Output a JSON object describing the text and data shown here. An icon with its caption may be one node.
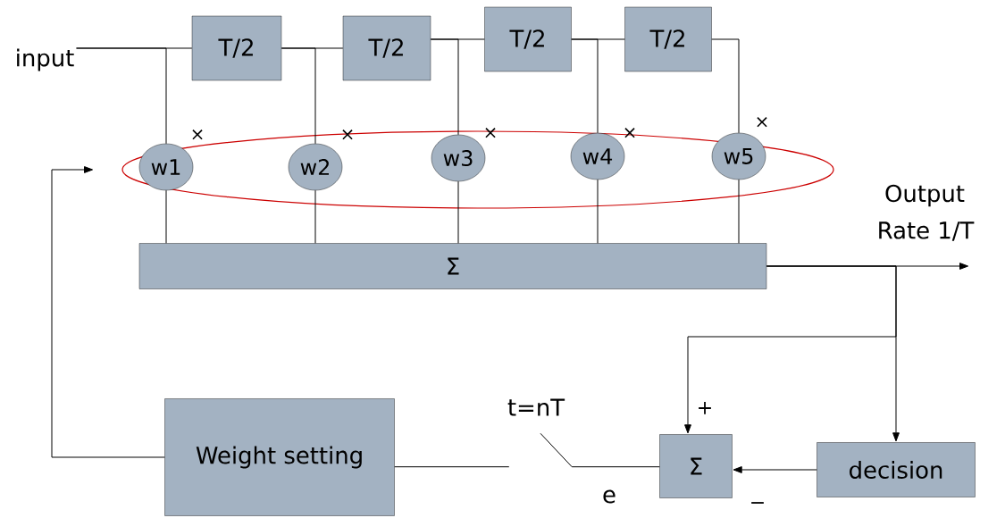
{
  "diagram": {
    "nodes": [
      {
        "text": [
          "input"
        ]
      },
      {
        "text": [
          "T/2"
        ]
      },
      {
        "text": [
          "T/2"
        ]
      },
      {
        "text": [
          "T/2"
        ]
      },
      {
        "text": [
          "T/2"
        ]
      },
      {
        "text": [
          "w1"
        ]
      },
      {
        "text": [
          "w2"
        ]
      },
      {
        "text": [
          "w3"
        ]
      },
      {
        "text": [
          "w4"
        ]
      },
      {
        "text": [
          "w5"
        ]
      },
      {
        "text": [
          "Σ"
        ]
      },
      {
        "text": [
          "Σ"
        ]
      },
      {
        "text": [
          "decision"
        ]
      },
      {
        "text": [
          "Weight setting"
        ]
      },
      {
        "text": [],
        "shape": "switch",
        "beside": [
          "t=nT"
        ]
      }
    ],
    "edges": [
      {
        "from": 0,
        "to": 1,
        "arrow": "none"
      },
      {
        "from": 0,
        "to": 5,
        "arrow": "none"
      },
      {
        "from": 1,
        "to": 2,
        "arrow": "none"
      },
      {
        "from": 1,
        "to": 6,
        "arrow": "none"
      },
      {
        "from": 2,
        "to": 3,
        "arrow": "none"
      },
      {
        "from": 2,
        "to": 7,
        "arrow": "none"
      },
      {
        "from": 3,
        "to": 4,
        "arrow": "none"
      },
      {
        "from": 3,
        "to": 8,
        "arrow": "none"
      },
      {
        "from": 4,
        "to": 9,
        "arrow": "none"
      },
      {
        "from": 5,
        "to": 10,
        "arrow": "none"
      },
      {
        "from": 6,
        "to": 10,
        "arrow": "none"
      },
      {
        "from": 7,
        "to": 10,
        "arrow": "none"
      },
      {
        "from": 8,
        "to": 10,
        "arrow": "none"
      },
      {
        "from": 9,
        "to": 10,
        "arrow": "none"
      },
      {
        "from": 10,
        "to": null,
        "arrow": "to"
      },
      {
        "from": 10,
        "to": 12,
        "arrow": "to"
      },
      {
        "from": 10,
        "to": 11,
        "arrow": "to"
      },
      {
        "from": 12,
        "to": 11,
        "arrow": "to"
      },
      {
        "from": 11,
        "to": 14,
        "arrow": "none"
      },
      {
        "from": 14,
        "to": 13,
        "arrow": "none"
      },
      {
        "from": 13,
        "to": null,
        "arrow": "to"
      }
    ],
    "labels": [
      "×",
      "×",
      "×",
      "×",
      "×",
      "Output",
      "Rate 1/T",
      "+",
      "e",
      "−"
    ]
  }
}
